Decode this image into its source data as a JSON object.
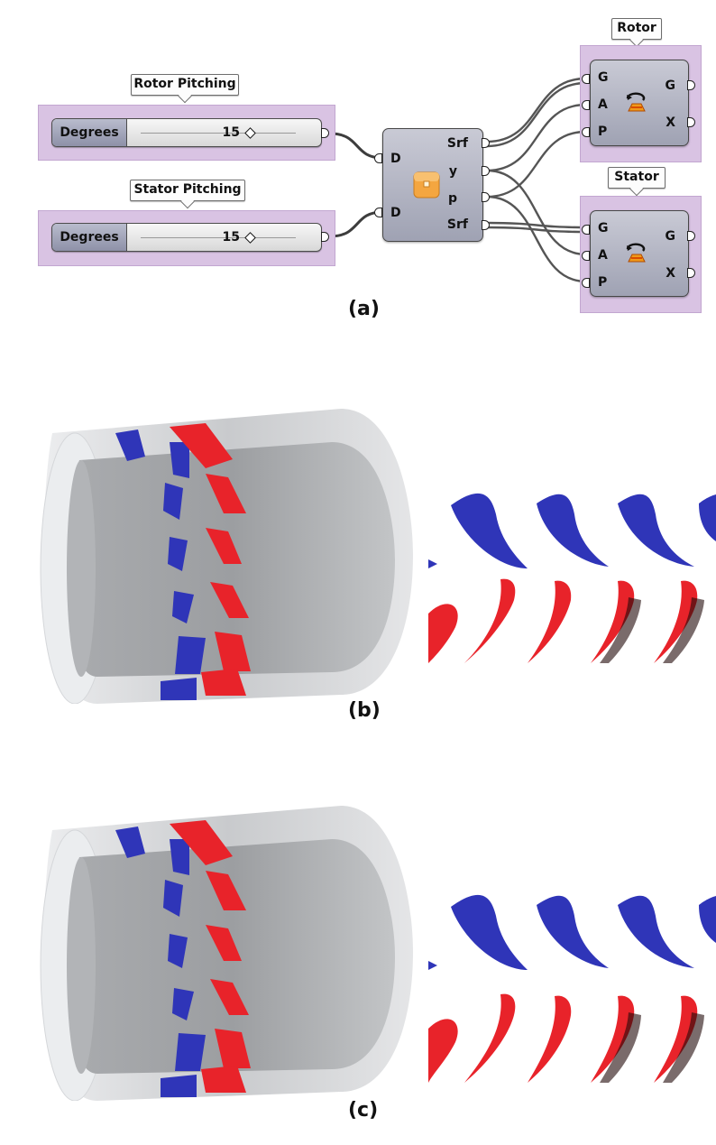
{
  "panel_a": {
    "caption": "(a)",
    "rotor_slider": {
      "title": "Rotor Pitching",
      "label": "Degrees",
      "value": "15"
    },
    "stator_slider": {
      "title": "Stator Pitching",
      "label": "Degrees",
      "value": "15"
    },
    "cluster": {
      "inputs": [
        "D",
        "D"
      ],
      "outputs": [
        "Srf",
        "y",
        "p",
        "Srf"
      ]
    },
    "rotor_comp": {
      "title": "Rotor",
      "inputs": [
        "G",
        "A",
        "P"
      ],
      "outputs": [
        "G",
        "X"
      ]
    },
    "stator_comp": {
      "title": "Stator",
      "inputs": [
        "G",
        "A",
        "P"
      ],
      "outputs": [
        "G",
        "X"
      ]
    }
  },
  "panel_b": {
    "caption": "(b)"
  },
  "panel_c": {
    "caption": "(c)"
  },
  "colors": {
    "group": "#d9c3e3",
    "rotor_blade": "#e8232a",
    "stator_blade": "#2f35b8",
    "casing": "#c9cacc"
  }
}
